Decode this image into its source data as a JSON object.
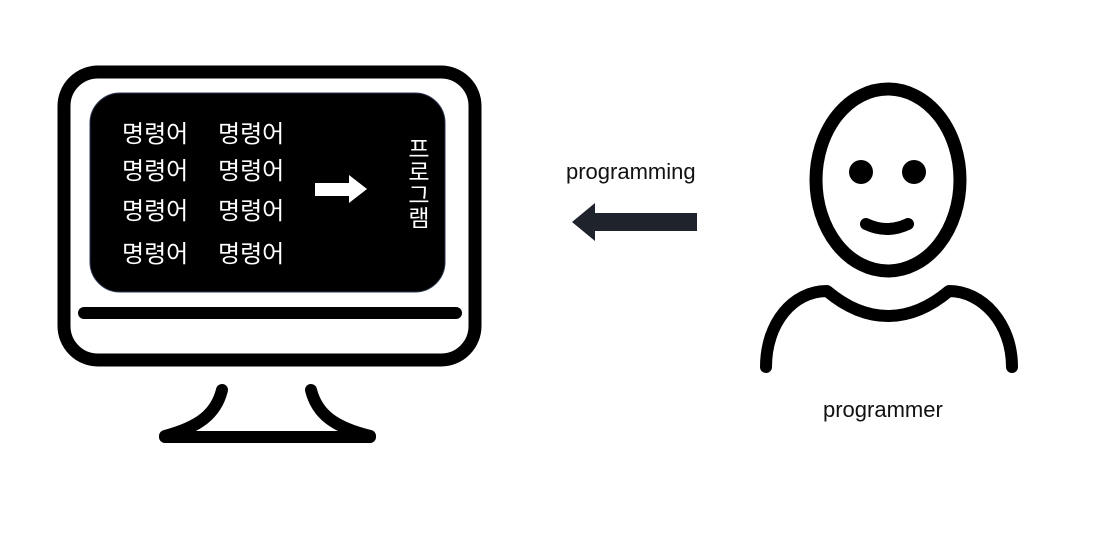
{
  "screen": {
    "instructions": [
      [
        "명령어",
        "명령어"
      ],
      [
        "명령어",
        "명령어"
      ],
      [
        "명령어",
        "명령어"
      ],
      [
        "명령어",
        "명령어"
      ]
    ],
    "program_label": "프로그램"
  },
  "labels": {
    "programming": "programming",
    "programmer": "programmer"
  },
  "icons": {
    "monitor": "monitor-icon",
    "person": "person-icon",
    "screen_arrow": "right-arrow-icon",
    "input_arrow": "left-arrow-icon"
  },
  "colors": {
    "line": "#000000",
    "screen": "#000000",
    "screen_text": "#ffffff",
    "arrow_fill": "#1f232b",
    "label_text": "#111111"
  }
}
